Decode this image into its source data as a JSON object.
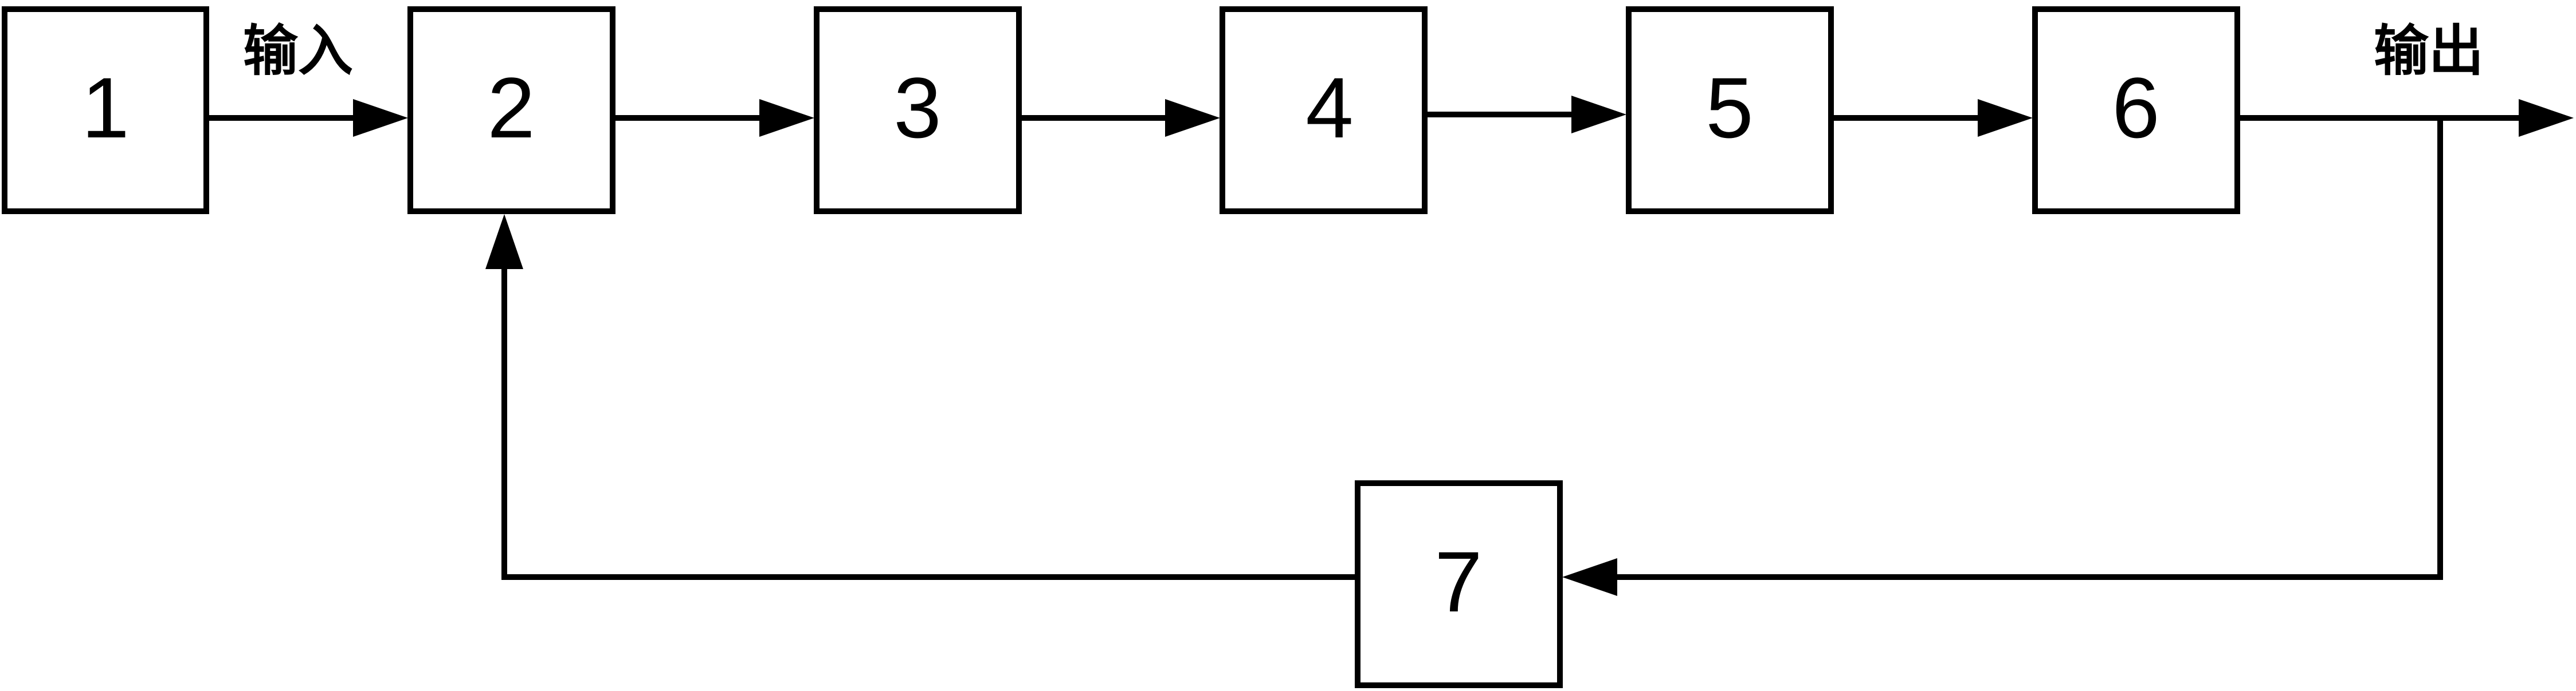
{
  "diagram": {
    "colors": {
      "stroke": "#000000",
      "fill": "#ffffff",
      "background": "#ffffff"
    },
    "blocks": [
      {
        "id": "block-1",
        "label": "1"
      },
      {
        "id": "block-2",
        "label": "2"
      },
      {
        "id": "block-3",
        "label": "3"
      },
      {
        "id": "block-4",
        "label": "4"
      },
      {
        "id": "block-5",
        "label": "5"
      },
      {
        "id": "block-6",
        "label": "6"
      },
      {
        "id": "block-7",
        "label": "7"
      }
    ],
    "labels": {
      "input": "输入",
      "output": "输出"
    },
    "connections": [
      {
        "from": "block-1",
        "to": "block-2",
        "label": "输入"
      },
      {
        "from": "block-2",
        "to": "block-3"
      },
      {
        "from": "block-3",
        "to": "block-4"
      },
      {
        "from": "block-4",
        "to": "block-5"
      },
      {
        "from": "block-5",
        "to": "block-6"
      },
      {
        "from": "block-6",
        "to": "output",
        "label": "输出"
      },
      {
        "from": "output-branch",
        "to": "block-7"
      },
      {
        "from": "block-7",
        "to": "block-2"
      }
    ]
  }
}
